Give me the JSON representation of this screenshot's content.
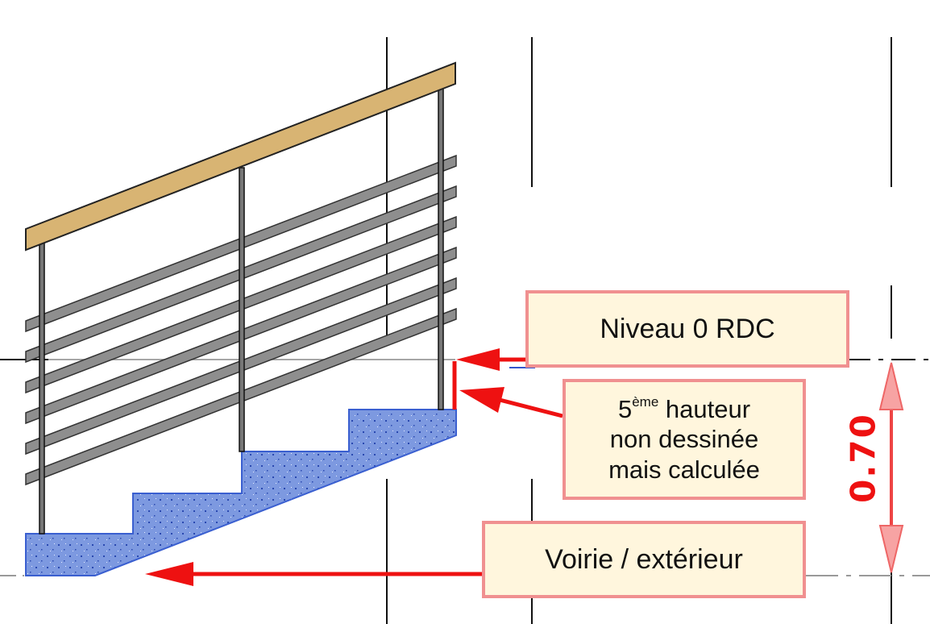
{
  "callouts": {
    "level": "Niveau 0 RDC",
    "riser_super": "ème",
    "riser_number": "5",
    "riser_line1_rest": " hauteur",
    "riser_line2": "non dessinée",
    "riser_line3": "mais calculée",
    "street": "Voirie / extérieur"
  },
  "dimension": {
    "value": "0.70"
  },
  "colors": {
    "handrail": "#d8b473",
    "rails": "#8e8e8e",
    "stair_fill": "#7d99e0",
    "stair_outline": "#3a5fd0",
    "arrow_red": "#ee1111",
    "dimension_fill": "#f7a3a3",
    "callout_bg": "#fff6dd",
    "callout_border": "#f09090"
  }
}
